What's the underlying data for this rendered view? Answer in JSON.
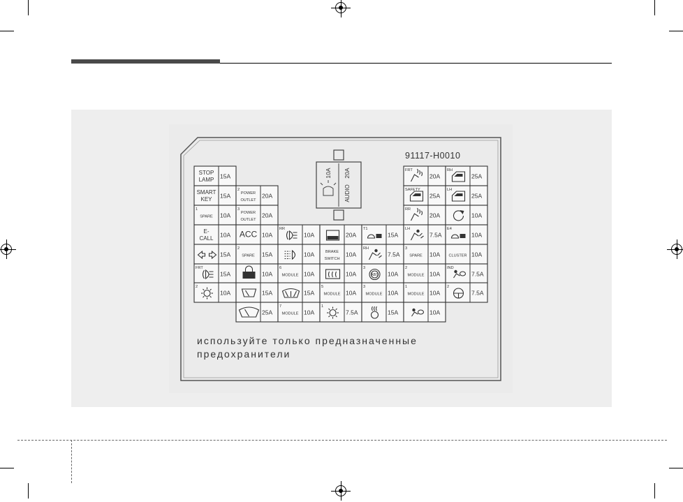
{
  "panel": {
    "part_number": "91117-H0010",
    "top_relay": {
      "left_amp": "10A",
      "right_amp": "20A",
      "right_label": "AUDIO"
    },
    "warning_line1": "используйте только предназначенные",
    "warning_line2": "предохранители"
  },
  "fuses": {
    "c0r0": {
      "label": "STOP",
      "label2": "LAMP",
      "amp": "15A"
    },
    "c0r1": {
      "label": "SMART",
      "label2": "KEY",
      "amp": "15A"
    },
    "c0r2": {
      "num": "1",
      "label": "SPARE",
      "amp": "10A"
    },
    "c0r3": {
      "label": "E-",
      "label2": "CALL",
      "amp": "10A"
    },
    "c0r4": {
      "amp": "15A",
      "icon": "turn-signal-icon"
    },
    "c0r5": {
      "num": "FRT",
      "amp": "15A",
      "icon": "fog-lamp-icon"
    },
    "c0r6": {
      "num": "2",
      "amp": "10A",
      "icon": "sun-icon"
    },
    "c1r1": {
      "num": "2",
      "label": "POWER",
      "label2": "OUTLET",
      "amp": "20A"
    },
    "c1r2": {
      "num": "3",
      "label": "POWER",
      "label2": "OUTLET",
      "amp": "20A"
    },
    "c1r3": {
      "label": "ACC",
      "amp": "10A"
    },
    "c1r4": {
      "num": "2",
      "label": "SPARE",
      "amp": "15A"
    },
    "c1r5": {
      "amp": "10A",
      "icon": "door-lock-icon"
    },
    "c1r6": {
      "amp": "15A",
      "icon": "rear-wiper-icon"
    },
    "c1r7": {
      "amp": "25A",
      "icon": "front-wiper-icon"
    },
    "c2r3": {
      "num": "RR",
      "amp": "10A",
      "icon": "rear-fog-icon"
    },
    "c2r4": {
      "amp": "10A",
      "icon": "headlamp-icon"
    },
    "c2r5": {
      "num": "6",
      "label": "MODULE",
      "amp": "10A"
    },
    "c2r6": {
      "amp": "15A",
      "icon": "washer-icon"
    },
    "c2r7": {
      "num": "7",
      "label": "MODULE",
      "amp": "10A"
    },
    "c3r3": {
      "amp": "20A",
      "icon": "power-door-icon"
    },
    "c3r4": {
      "label": "BRAKE",
      "label2": "SWITCH",
      "amp": "10A"
    },
    "c3r5": {
      "amp": "10A",
      "icon": "rear-defog-icon"
    },
    "c3r6": {
      "num": "5",
      "label": "MODULE",
      "amp": "10A"
    },
    "c3r7": {
      "num": "1",
      "amp": "7.5A",
      "icon": "sun-icon"
    },
    "c4r3": {
      "num": "T1",
      "amp": "15A",
      "icon": "cluster-icon"
    },
    "c4r4": {
      "num": "RH",
      "amp": "7.5A",
      "icon": "heated-seat-icon"
    },
    "c4r5": {
      "num": "3",
      "amp": "10A",
      "icon": "abs-icon"
    },
    "c4r6": {
      "num": "3",
      "label": "MODULE",
      "amp": "10A"
    },
    "c4r7": {
      "amp": "15A",
      "icon": "steering-heat-icon"
    },
    "c5r0": {
      "num": "FRT",
      "amp": "20A",
      "icon": "seat-heater-icon"
    },
    "c5r1": {
      "num": "SAFETY",
      "amp": "25A",
      "icon": "safety-window-icon"
    },
    "c5r2": {
      "num": "RR",
      "amp": "20A",
      "icon": "seat-heater-icon"
    },
    "c5r3": {
      "num": "LH",
      "amp": "7.5A",
      "icon": "heated-seat-icon"
    },
    "c5r4": {
      "num": "3",
      "label": "SPARE",
      "amp": "10A"
    },
    "c5r5": {
      "num": "2",
      "label": "MODULE",
      "amp": "10A"
    },
    "c5r6": {
      "num": "1",
      "label": "MODULE",
      "amp": "10A"
    },
    "c5r7": {
      "amp": "10A",
      "icon": "airbag-icon"
    },
    "c6r0": {
      "num": "RH",
      "amp": "25A",
      "icon": "power-window-icon"
    },
    "c6r1": {
      "num": "LH",
      "amp": "25A",
      "icon": "power-window-icon"
    },
    "c6r2": {
      "amp": "10A",
      "icon": "rotation-icon"
    },
    "c6r3": {
      "num": "E4",
      "amp": "10A",
      "icon": "cluster-icon"
    },
    "c6r4": {
      "label": "CLUSTER",
      "amp": "10A"
    },
    "c6r5": {
      "num": "IND",
      "amp": "7.5A",
      "icon": "airbag-icon"
    },
    "c6r6": {
      "num": "2",
      "amp": "7.5A",
      "icon": "steering-icon"
    }
  }
}
